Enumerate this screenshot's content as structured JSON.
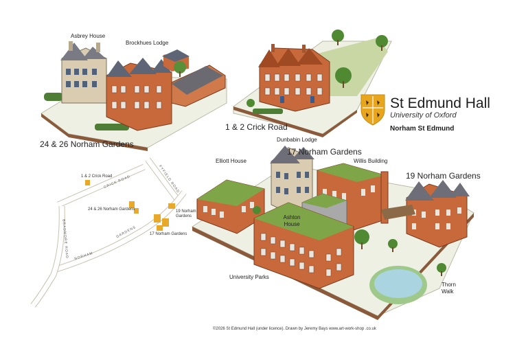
{
  "brand": {
    "name": "St Edmund Hall",
    "university": "University of Oxford",
    "campus": "Norham St Edmund",
    "shield_color": "#e8a51e"
  },
  "building_labels": {
    "asbrey": "Asbrey House",
    "brockhues": "Brockhues Lodge",
    "norham_24_26": "24 & 26 Norham Gardens",
    "crick": "1 & 2 Crick Road",
    "dunbabin": "Dunbabin Lodge",
    "elliott": "Elliott House",
    "norham_17": "17 Norham Gardens",
    "willis": "Willis Building",
    "norham_19": "19 Norham Gardens",
    "ashton": "Ashton House",
    "parks": "University Parks",
    "thorn": "Thorn\nWalk"
  },
  "locator_map": {
    "crick_label": "1 & 2 Crick Road",
    "norham_24_26_label": "24 & 26 Norham Gardens",
    "norham_19_label": "19 Norham\nGardens",
    "norham_17_label": "17 Norham Gardens",
    "roads": {
      "crick": "CRICK ROAD",
      "fyfield": "FYFIELD ROAD",
      "bradmore": "BRADMORE ROAD",
      "gardens": "GARDENS",
      "norham": "NORHAM"
    },
    "building_color": "#e8a92a"
  },
  "credit": "©2026 St Edmund Hall (under licence). Drawn by Jeremy Bays www.art-work-shop .co.uk"
}
